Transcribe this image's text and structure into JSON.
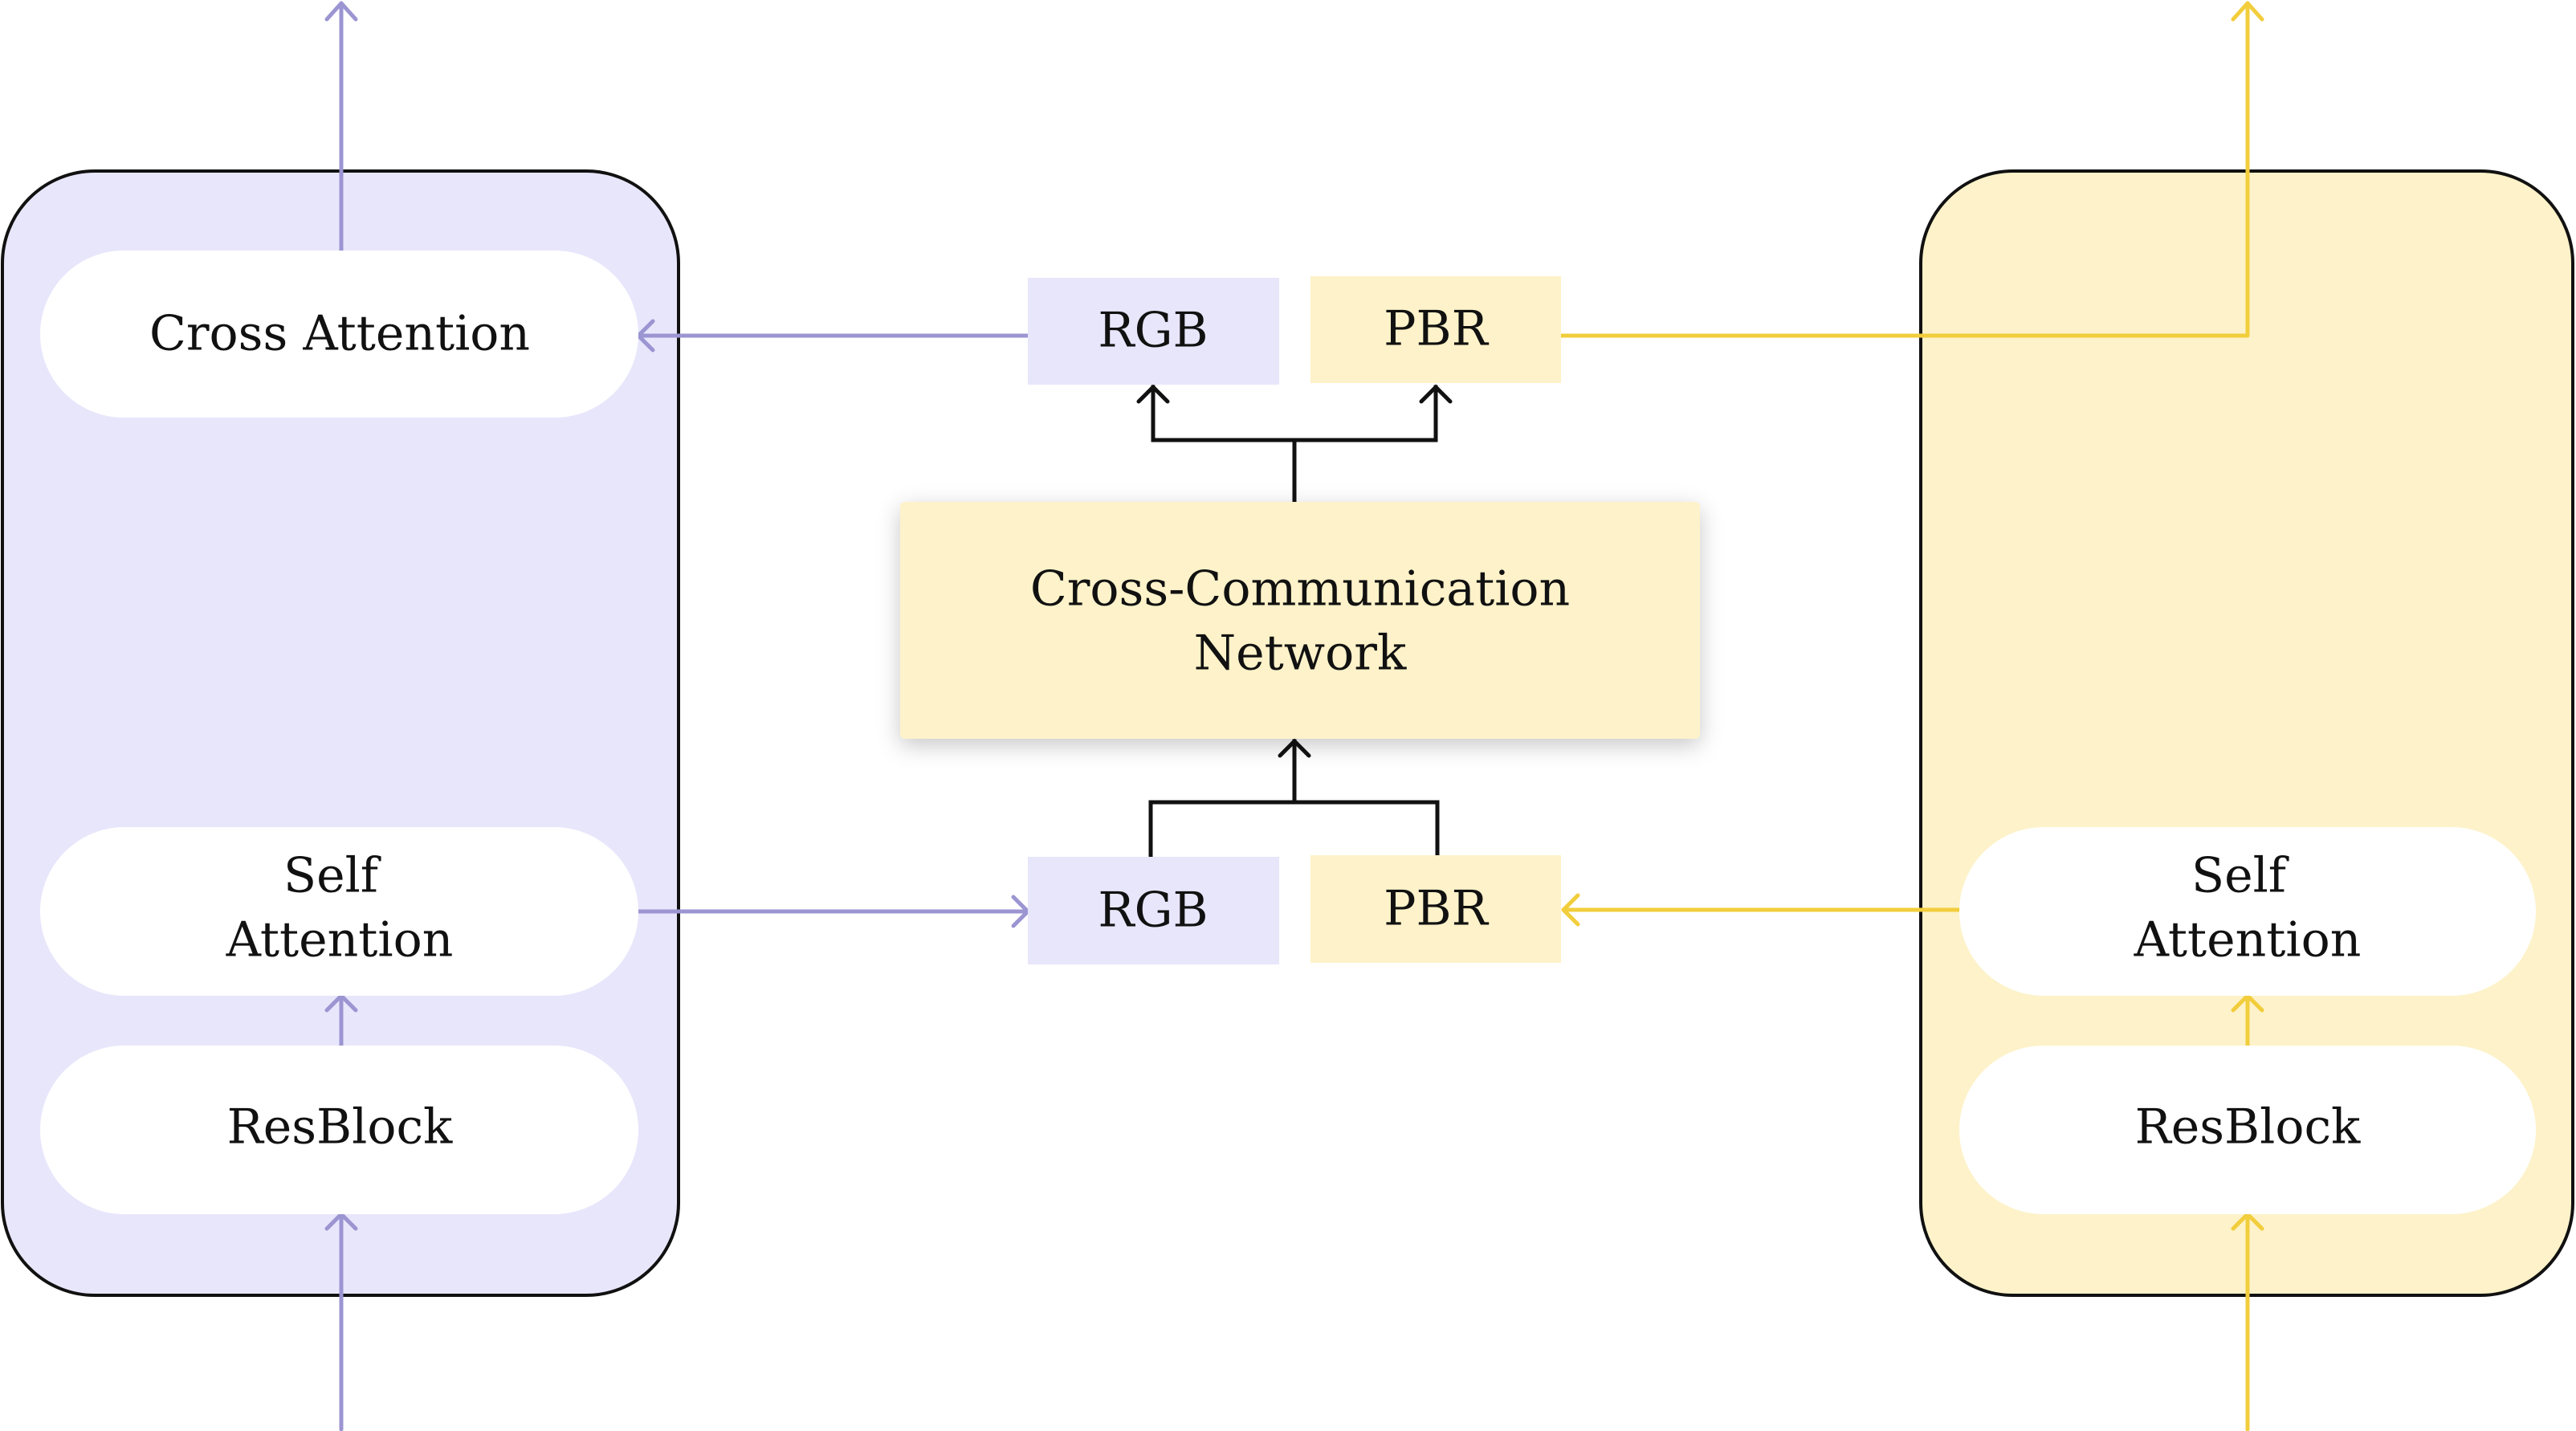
{
  "colors": {
    "rgb_fill": "#e8e6fb",
    "rgb_line": "#9b95d2",
    "pbr_fill": "#fdf2c9",
    "pbr_line": "#f2cd3c",
    "node_fill": "#ffffff",
    "stroke": "#111111"
  },
  "left_branch": {
    "cross_attention": "Cross Attention",
    "self_attention_line1": "Self",
    "self_attention_line2": "Attention",
    "resblock": "ResBlock"
  },
  "right_branch": {
    "self_attention_line1": "Self",
    "self_attention_line2": "Attention",
    "resblock": "ResBlock"
  },
  "center": {
    "network_line1": "Cross-Communication",
    "network_line2": "Network",
    "top_rgb": "RGB",
    "top_pbr": "PBR",
    "bottom_rgb": "RGB",
    "bottom_pbr": "PBR"
  }
}
